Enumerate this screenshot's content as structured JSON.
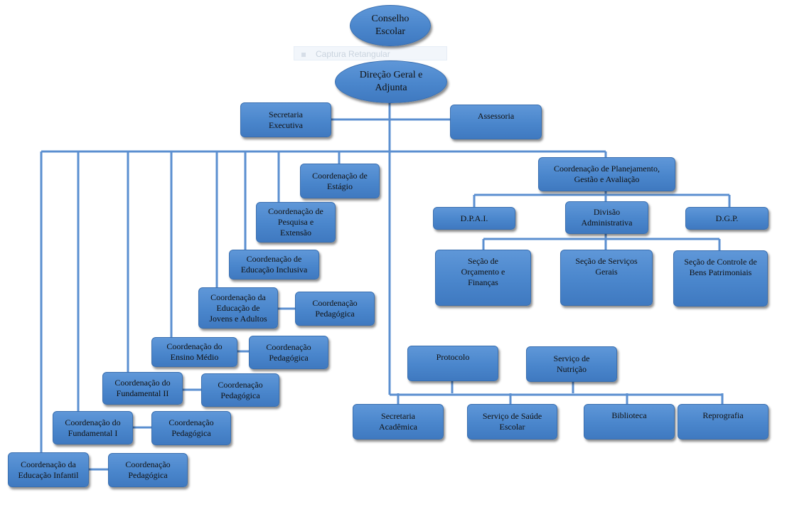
{
  "ghost_tooltip": "Captura Retangular",
  "nodes": {
    "conselho": "Conselho Escolar",
    "direcao": "Direção Geral e Adjunta",
    "secretaria_executiva": "Secretaria Executiva",
    "assessoria": "Assessoria",
    "coord_estagio": "Coordenação de Estágio",
    "coord_pesquisa": "Coordenação de Pesquisa e Extensão",
    "coord_inclusiva": "Coordenação de Educação Inclusiva",
    "coord_eja": "Coordenação da Educação de Jovens e Adultos",
    "ped_eja": "Coordenação Pedagógica",
    "coord_medio": "Coordenação do Ensino Médio",
    "ped_medio": "Coordenação Pedagógica",
    "coord_fund2": "Coordenação do Fundamental II",
    "ped_fund2": "Coordenação Pedagógica",
    "coord_fund1": "Coordenação do Fundamental I",
    "ped_fund1": "Coordenação Pedagógica",
    "coord_infantil": "Coordenação da Educação Infantil",
    "ped_infantil": "Coordenação Pedagógica",
    "coord_planejamento": "Coordenação de Planejamento, Gestão e Avaliação",
    "dpai": "D.P.A.I.",
    "divisao_adm": "Divisão Administrativa",
    "dgp": "D.G.P.",
    "secao_orcamento": "Seção de Orçamento e Finanças",
    "secao_servicos": "Seção de Serviços Gerais",
    "secao_bens": "Seção de Controle de Bens Patrimoniais",
    "protocolo": "Protocolo",
    "nutricao": "Serviço de Nutrição",
    "secretaria_academica": "Secretaria Acadêmica",
    "saude_escolar": "Serviço de Saúde Escolar",
    "biblioteca": "Biblioteca",
    "reprografia": "Reprografia"
  }
}
